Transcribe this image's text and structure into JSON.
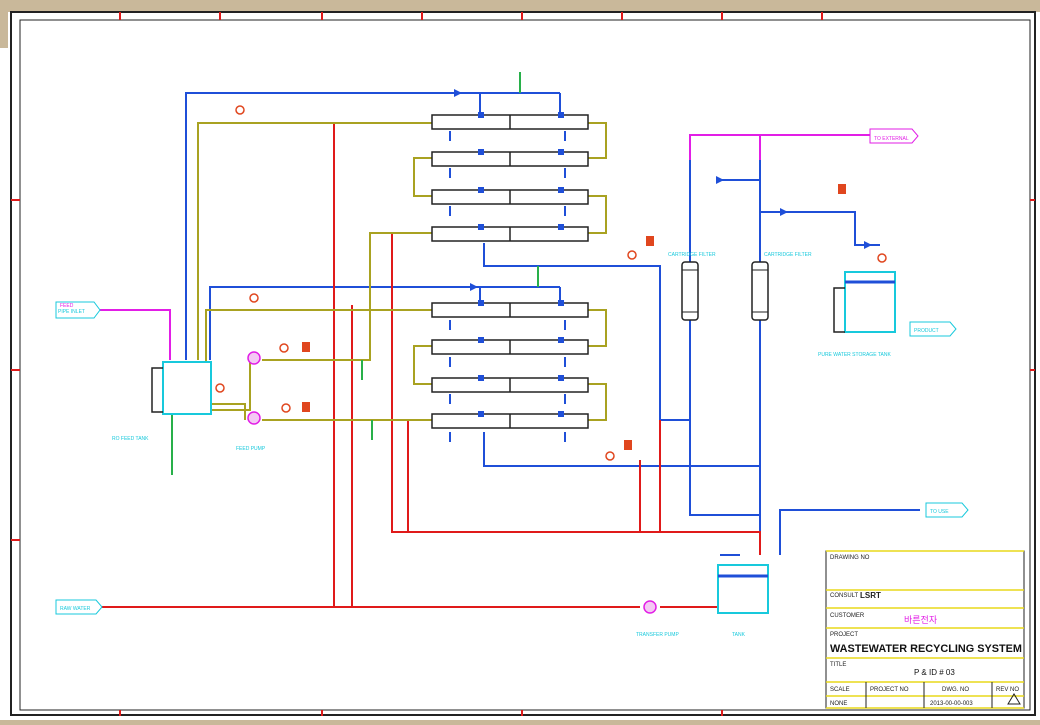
{
  "colors": {
    "water_line": "#1f4fd8",
    "waste_line": "#e01a1a",
    "recycle_line": "#a9a221",
    "feed_line": "#e21ee6",
    "instrument": "#e0461e",
    "equipment": "#18c9dc",
    "frame": "#222222",
    "title_block": "#e8d81a",
    "drain": "#28b04a"
  },
  "labels": {
    "inlet_top": "PIPE INLET",
    "inlet_mid": "FEED",
    "waste_in": "RAW WATER",
    "outlet_right": "TO USE",
    "tank_left": "RO FEED TANK",
    "tank_right": "PURE WATER STORAGE TANK",
    "tank_bottom": "TANK",
    "pump_mid": "FEED PUMP",
    "pump_bottom": "TRANSFER PUMP",
    "cartridge_1": "CARTRIDGE FILTER",
    "cartridge_2": "CARTRIDGE FILTER",
    "product_out": "PRODUCT",
    "top_out": "TO EXTERNAL"
  },
  "title_block": {
    "drawing_label": "DRAWING NO",
    "consult_label": "CONSULT",
    "consult_value": "LSRT",
    "customer_label": "CUSTOMER",
    "customer_value": "바른전자",
    "project_label": "PROJECT",
    "project_value": "WASTEWATER RECYCLING SYSTEM",
    "title_label": "TITLE",
    "title_value": "P & ID  # 03",
    "scale_label": "SCALE",
    "scale_value": "NONE",
    "project_no_label": "PROJECT NO",
    "dwg_no_label": "DWG. NO",
    "dwg_no_value": "2013-00-00-003",
    "rev_label": "REV NO"
  }
}
